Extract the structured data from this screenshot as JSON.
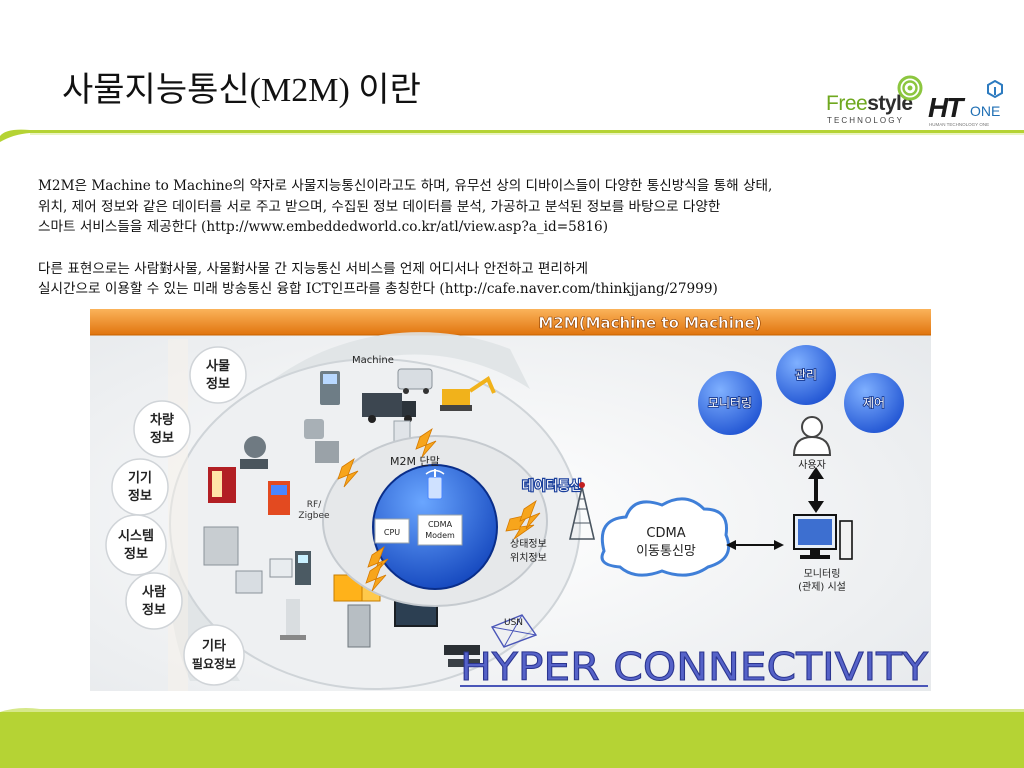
{
  "slide": {
    "title": "사물지능통신(M2M) 이란",
    "paragraphs": [
      [
        "M2M은 Machine to Machine의 약자로 사물지능통신이라고도 하며, 유무선 상의 디바이스들이 다양한 통신방식을 통해 상태,",
        "위치, 제어 정보와 같은 데이터를 서로 주고 받으며,  수집된 정보 데이터를 분석, 가공하고 분석된 정보를 바탕으로 다양한",
        "스마트 서비스들을 제공한다 (http://www.embeddedworld.co.kr/atl/view.asp?a_id=5816)"
      ],
      [
        "다른 표현으로는 사람對사물, 사물對사물 간 지능통신 서비스를 언제 어디서나 안전하고 편리하게",
        "실시간으로 이용할 수 있는 미래 방송통신 융합 ICT인프라를 총칭한다 (http://cafe.naver.com/thinkjjang/27999)"
      ]
    ]
  },
  "logos": {
    "freestyle": {
      "word_light": "Free",
      "word_bold": "style",
      "sub": "TECHNOLOGY",
      "color": "#6fa81f"
    },
    "htone": {
      "ht": "HT",
      "one": "ONE",
      "sub": "HUMAN TECHNOLOGY ONE",
      "color": "#1f6fb4"
    }
  },
  "diagram": {
    "header": "M2M(Machine to Machine)",
    "left_labels": [
      [
        "사물",
        "정보"
      ],
      [
        "차량",
        "정보"
      ],
      [
        "기기",
        "정보"
      ],
      [
        "시스템",
        "정보"
      ],
      [
        "사람",
        "정보"
      ],
      [
        "기타",
        "필요정보"
      ]
    ],
    "machine_label": "Machine",
    "terminal_label": "M2M 단말",
    "rf_label": [
      "RF/",
      "Zigbee"
    ],
    "cpu_label": "CPU",
    "cdma_modem_label": [
      "CDMA",
      "Modem"
    ],
    "data_comm_label": "데이터통신",
    "status_label": [
      "상태정보",
      "위치정보"
    ],
    "cloud_label": [
      "CDMA",
      "이동통신망"
    ],
    "bubbles": [
      "모니터링",
      "관리",
      "제어"
    ],
    "user_label": "사용자",
    "monitoring_label": [
      "모니터링",
      "(관제) 시설"
    ],
    "usn_label": "USN",
    "caption": "HYPER CONNECTIVITY",
    "accent_color": "#f08a1c",
    "caption_color": "#4a56b8"
  },
  "colors": {
    "bar_green": "#b5d334",
    "bar_light": "#eaf4c0"
  }
}
